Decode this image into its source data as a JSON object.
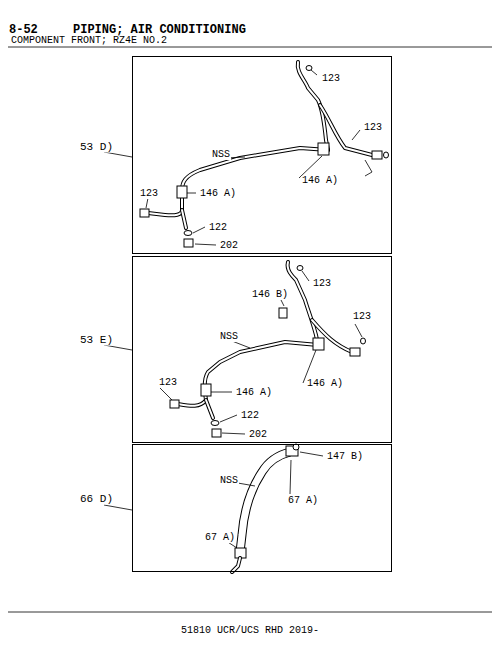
{
  "diagram": {
    "title": "PIPING; AIR CONDITIONING",
    "nodes": [
      {
        "text": [
          "53 D)",
          "123",
          "123",
          "NSS",
          "146 A)",
          "123",
          "146 A)",
          "122",
          "202"
        ]
      },
      {
        "text": [
          "53 E)",
          "123",
          "146 B)",
          "123",
          "NSS",
          "123",
          "146 A)",
          "146 A)",
          "122",
          "202"
        ]
      },
      {
        "text": [
          "66 D)",
          "147 B)",
          "NSS",
          "67 A)",
          "67 A)"
        ]
      }
    ],
    "labels": [
      "8-52",
      "COMPONENT FRONT; RZ4E NO.2",
      "51810 UCR/UCS RHD 2019-"
    ]
  }
}
